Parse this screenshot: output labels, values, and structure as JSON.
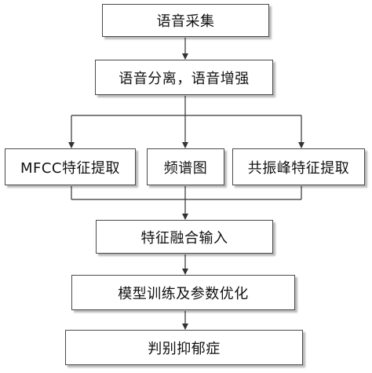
{
  "diagram": {
    "type": "flowchart",
    "line_color": "#333333",
    "nodes": [
      {
        "id": "n1",
        "label": "语音采集"
      },
      {
        "id": "n2",
        "label": "语音分离，语音增强"
      },
      {
        "id": "n3",
        "label": "MFCC特征提取"
      },
      {
        "id": "n4",
        "label": "频谱图"
      },
      {
        "id": "n5",
        "label": "共振峰特征提取"
      },
      {
        "id": "n6",
        "label": "特征融合输入"
      },
      {
        "id": "n7",
        "label": "模型训练及参数优化"
      },
      {
        "id": "n8",
        "label": "判别抑郁症"
      }
    ],
    "edges": [
      {
        "from": "n1",
        "to": "n2"
      },
      {
        "from": "n2",
        "to": "n3"
      },
      {
        "from": "n2",
        "to": "n4"
      },
      {
        "from": "n2",
        "to": "n5"
      },
      {
        "from": "n3",
        "to": "n6"
      },
      {
        "from": "n4",
        "to": "n6"
      },
      {
        "from": "n5",
        "to": "n6"
      },
      {
        "from": "n6",
        "to": "n7"
      },
      {
        "from": "n7",
        "to": "n8"
      }
    ]
  }
}
